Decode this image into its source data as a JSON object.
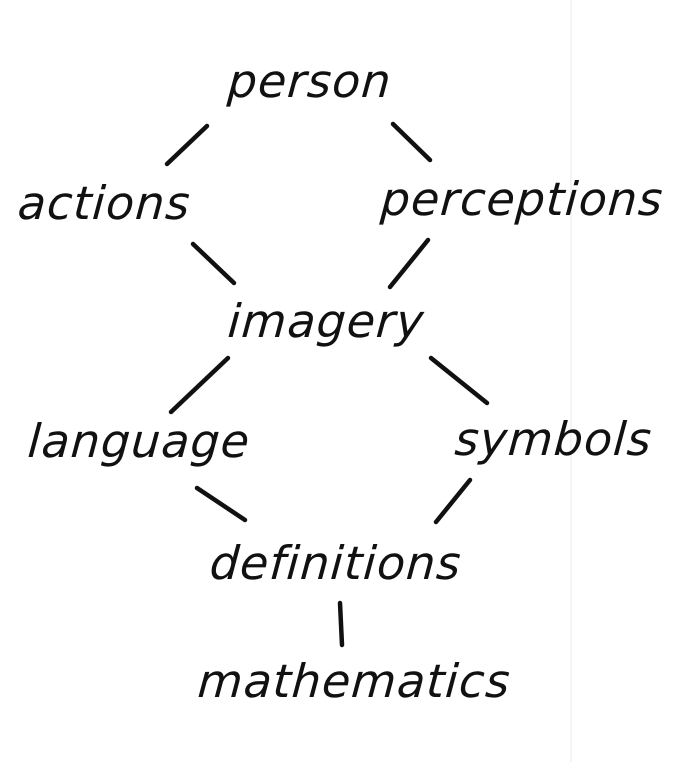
{
  "diagram": {
    "nodes": [
      {
        "id": "person",
        "label": "person"
      },
      {
        "id": "actions",
        "label": "actions"
      },
      {
        "id": "perceptions",
        "label": "perceptions"
      },
      {
        "id": "imagery",
        "label": "imagery"
      },
      {
        "id": "language",
        "label": "language"
      },
      {
        "id": "symbols",
        "label": "symbols"
      },
      {
        "id": "definitions",
        "label": "definitions"
      },
      {
        "id": "mathematics",
        "label": "mathematics"
      }
    ],
    "edges": [
      [
        "person",
        "actions"
      ],
      [
        "person",
        "perceptions"
      ],
      [
        "actions",
        "imagery"
      ],
      [
        "perceptions",
        "imagery"
      ],
      [
        "imagery",
        "language"
      ],
      [
        "imagery",
        "symbols"
      ],
      [
        "language",
        "definitions"
      ],
      [
        "symbols",
        "definitions"
      ],
      [
        "definitions",
        "mathematics"
      ]
    ],
    "colors": {
      "ink": "#111111",
      "background": "#ffffff"
    }
  }
}
